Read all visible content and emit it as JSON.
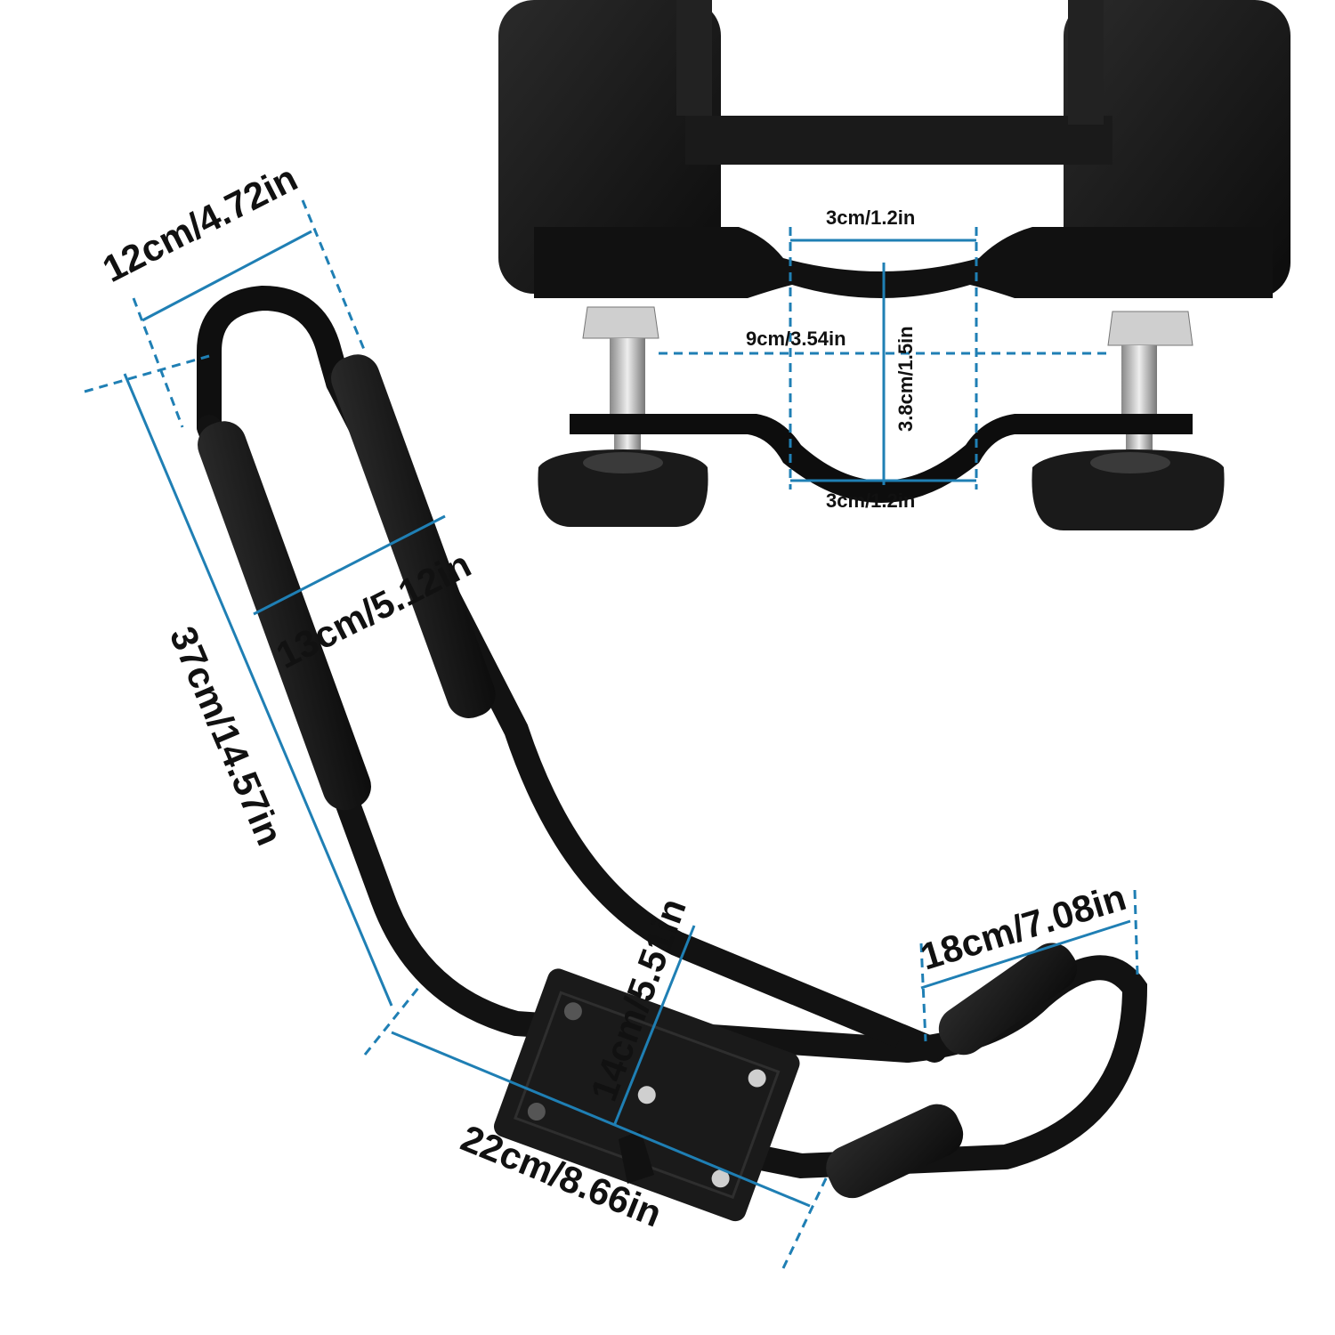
{
  "dimensions": {
    "width_top": "12cm/4.72in",
    "inner_width": "13cm/5.12in",
    "height": "37cm/14.57in",
    "base_length": "22cm/8.66in",
    "mount_width": "14cm/5.51in",
    "front_width": "18cm/7.08in"
  },
  "clamp_dimensions": {
    "top_gap": "3cm/1.2in",
    "bolt_spacing": "9cm/3.54in",
    "clamp_height": "3.8cm/1.5in",
    "bottom_gap": "3cm/1.2in"
  },
  "colors": {
    "guide": "#1f7fb4",
    "metal": "#141414",
    "foam": "#1c1c1c"
  }
}
